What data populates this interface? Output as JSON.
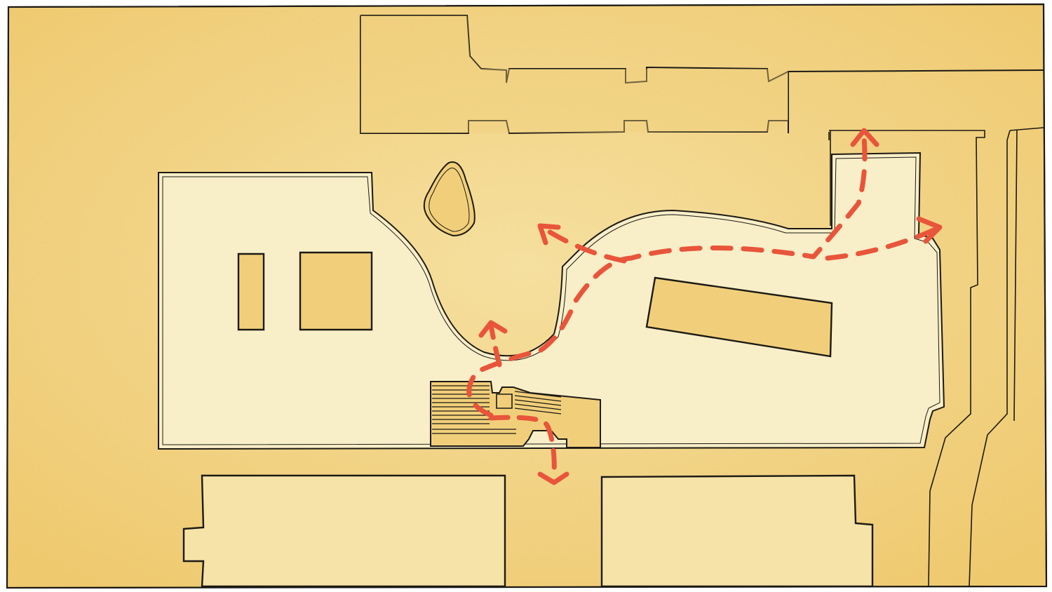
{
  "diagram": {
    "kind": "site-plan-circulation-sketch",
    "labels": [],
    "colors": {
      "paper": "#f1cf7a",
      "paper_light": "#f6e3a8",
      "plaza": "#f8eec8",
      "ink": "#1c1a14",
      "route": "#e8553a",
      "frame_bg": "#ffffff"
    },
    "routes": [
      {
        "name": "main-path",
        "style": "dashed",
        "arrowheads": [
          "north-exit",
          "east-exit",
          "north-west-exit",
          "south-exit",
          "stair-exit"
        ]
      }
    ]
  }
}
